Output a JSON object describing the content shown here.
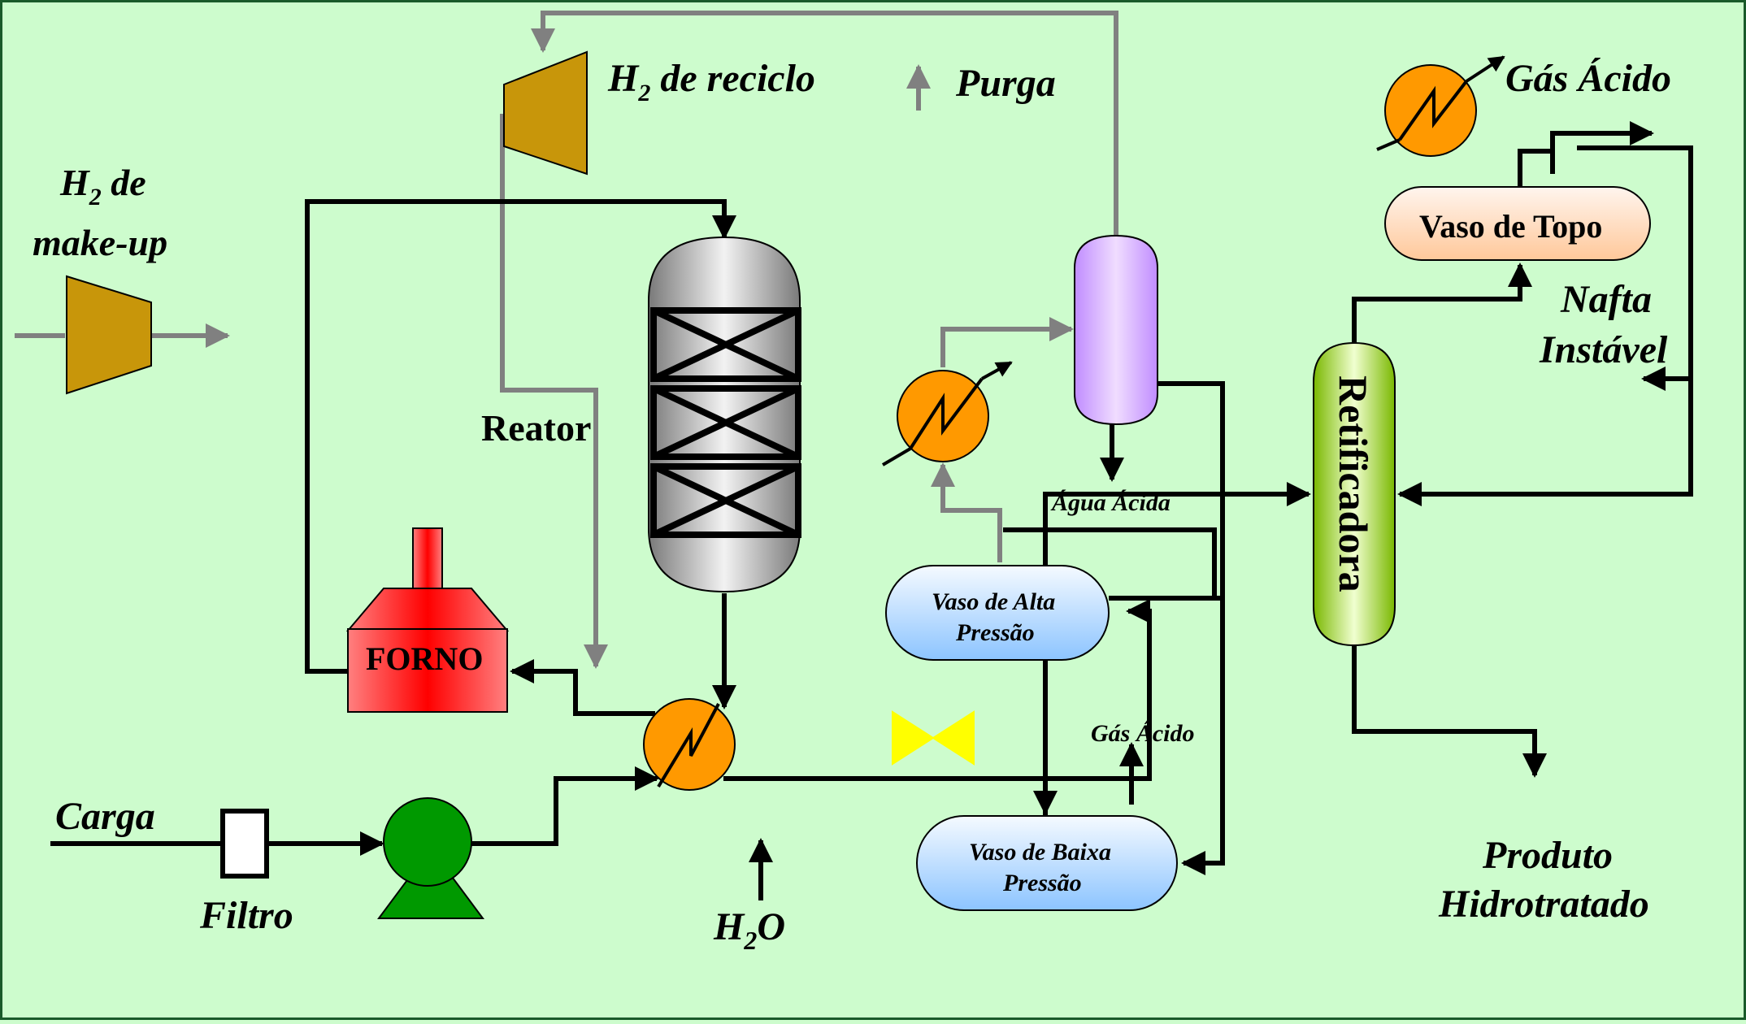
{
  "labels": {
    "h2_makeup_line1": "H",
    "h2_makeup_sub": "2",
    "h2_makeup_line1_rest": " de",
    "h2_makeup_line2": "make-up",
    "h2_recycle_h": "H",
    "h2_recycle_sub": "2",
    "h2_recycle_rest": " de reciclo",
    "purge": "Purga",
    "acid_gas_top": "Gás Ácido",
    "top_vessel": "Vaso de Topo",
    "unstable_naphtha_line1": "Nafta",
    "unstable_naphtha_line2": "Instável",
    "reactor": "Reator",
    "stripper": "Retificadora",
    "sour_water": "Água Ácida",
    "hp_vessel_line1": "Vaso de Alta",
    "hp_vessel_line2": "Pressão",
    "furnace": "FORNO",
    "acid_gas_lp": "Gás Ácido",
    "charge": "Carga",
    "filter": "Filtro",
    "water_h": "H",
    "water_sub": "2",
    "water_o": "O",
    "lp_vessel_line1": "Vaso de Baixa",
    "lp_vessel_line2": "Pressão",
    "product_line1": "Produto",
    "product_line2": "Hidrotratado"
  },
  "colors": {
    "background": "#cdfccd",
    "frame": "#1a5a2a",
    "compressor": "#c8960a",
    "exchanger": "#ff9900",
    "furnace": "#ff2a2a",
    "pump": "#009900",
    "valve": "#ffff00",
    "separator": "#d9a8ff",
    "stripper": "#8fcc1a",
    "hp_lp_vessel": "#b8d8ff",
    "top_vessel": "#ffd9b8",
    "process_line": "#000000",
    "gas_line": "#808080"
  }
}
